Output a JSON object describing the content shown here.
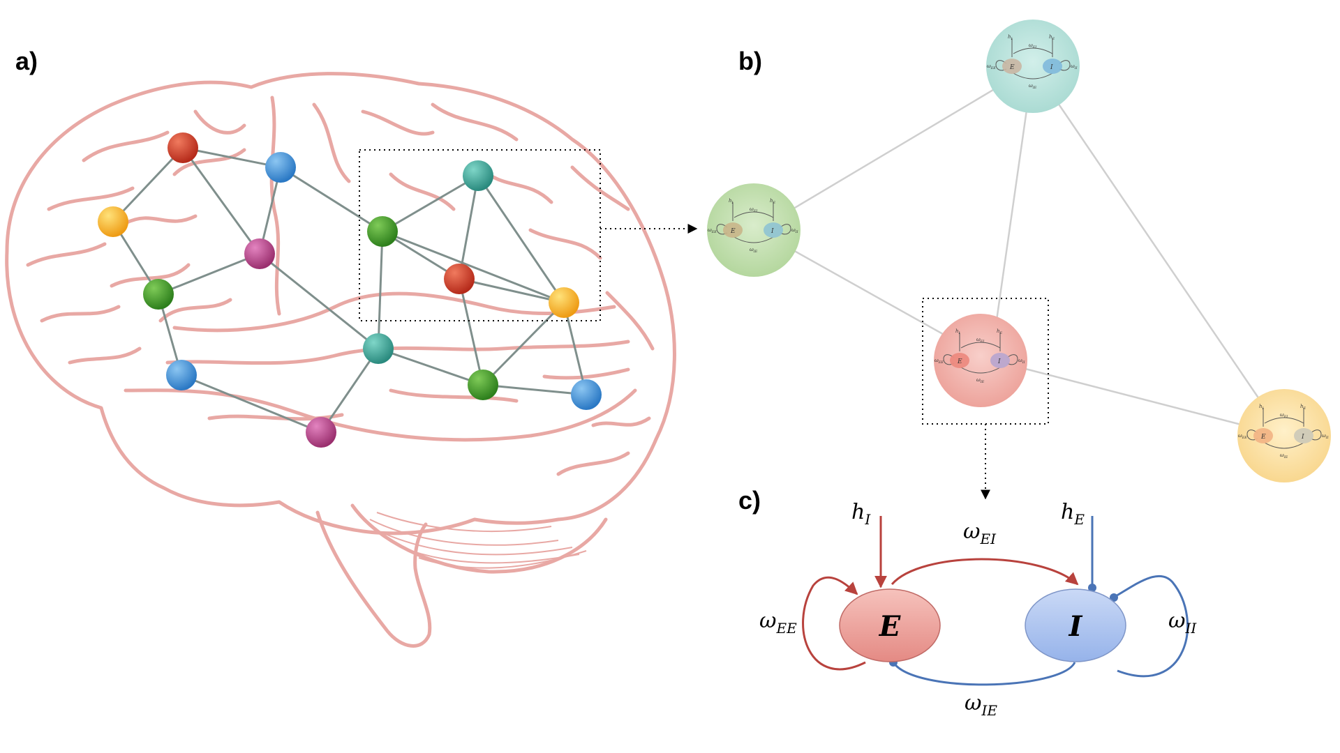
{
  "panels": {
    "a": "a)",
    "b": "b)",
    "c": "c)"
  },
  "colors": {
    "brain_outline": "#e8a8a4",
    "edge": "#7f8f8c",
    "red": "#d8402a",
    "blue": "#3d95dc",
    "yellow": "#f5b628",
    "green": "#3f9a2e",
    "pink": "#c0498b",
    "teal": "#3fa89c",
    "excitatory": "#b8423d",
    "inhibitory": "#4a74b6"
  },
  "brain_nodes": [
    {
      "id": "n1",
      "color": "red"
    },
    {
      "id": "n2",
      "color": "blue"
    },
    {
      "id": "n3",
      "color": "yellow"
    },
    {
      "id": "n4",
      "color": "pink"
    },
    {
      "id": "n5",
      "color": "green"
    },
    {
      "id": "n6",
      "color": "blue"
    },
    {
      "id": "n7",
      "color": "pink"
    },
    {
      "id": "n8",
      "color": "teal"
    },
    {
      "id": "n9",
      "color": "green"
    },
    {
      "id": "n10",
      "color": "red"
    },
    {
      "id": "n11",
      "color": "yellow"
    },
    {
      "id": "n12",
      "color": "teal"
    },
    {
      "id": "n13",
      "color": "green"
    },
    {
      "id": "n14",
      "color": "blue"
    }
  ],
  "brain_edges": [
    [
      "n1",
      "n2"
    ],
    [
      "n1",
      "n3"
    ],
    [
      "n1",
      "n4"
    ],
    [
      "n2",
      "n4"
    ],
    [
      "n2",
      "n9"
    ],
    [
      "n3",
      "n5"
    ],
    [
      "n5",
      "n4"
    ],
    [
      "n5",
      "n6"
    ],
    [
      "n4",
      "n12"
    ],
    [
      "n6",
      "n7"
    ],
    [
      "n7",
      "n12"
    ],
    [
      "n12",
      "n9"
    ],
    [
      "n12",
      "n13"
    ],
    [
      "n9",
      "n8"
    ],
    [
      "n9",
      "n10"
    ],
    [
      "n8",
      "n10"
    ],
    [
      "n8",
      "n11"
    ],
    [
      "n10",
      "n11"
    ],
    [
      "n10",
      "n13"
    ],
    [
      "n13",
      "n11"
    ],
    [
      "n13",
      "n14"
    ],
    [
      "n11",
      "n14"
    ],
    [
      "n9",
      "n11"
    ]
  ],
  "network_b": {
    "nodes": [
      {
        "id": "teal",
        "tint": "#b9e2dc"
      },
      {
        "id": "green",
        "tint": "#c6e2b4"
      },
      {
        "id": "pink",
        "tint": "#f2b4ae"
      },
      {
        "id": "yellow",
        "tint": "#fbe3a8"
      }
    ],
    "edges": [
      [
        "teal",
        "green"
      ],
      [
        "teal",
        "pink"
      ],
      [
        "teal",
        "yellow"
      ],
      [
        "green",
        "pink"
      ],
      [
        "pink",
        "yellow"
      ]
    ],
    "mini_labels": {
      "E": "E",
      "I": "I",
      "h_I": "h",
      "h_I_sub": "I",
      "h_E": "h",
      "h_E_sub": "E",
      "w_EI": "ω",
      "w_EI_sub": "EI",
      "w_IE": "ω",
      "w_IE_sub": "IE",
      "w_EE": "ω",
      "w_EE_sub": "EE",
      "w_II": "ω",
      "w_II_sub": "II"
    }
  },
  "circuit_c": {
    "E_label": "E",
    "I_label": "I",
    "h_I": {
      "base": "h",
      "sub": "I"
    },
    "h_E": {
      "base": "h",
      "sub": "E"
    },
    "w_EI": {
      "base": "ω",
      "sub": "EI"
    },
    "w_IE": {
      "base": "ω",
      "sub": "IE"
    },
    "w_EE": {
      "base": "ω",
      "sub": "EE"
    },
    "w_II": {
      "base": "ω",
      "sub": "II"
    }
  }
}
